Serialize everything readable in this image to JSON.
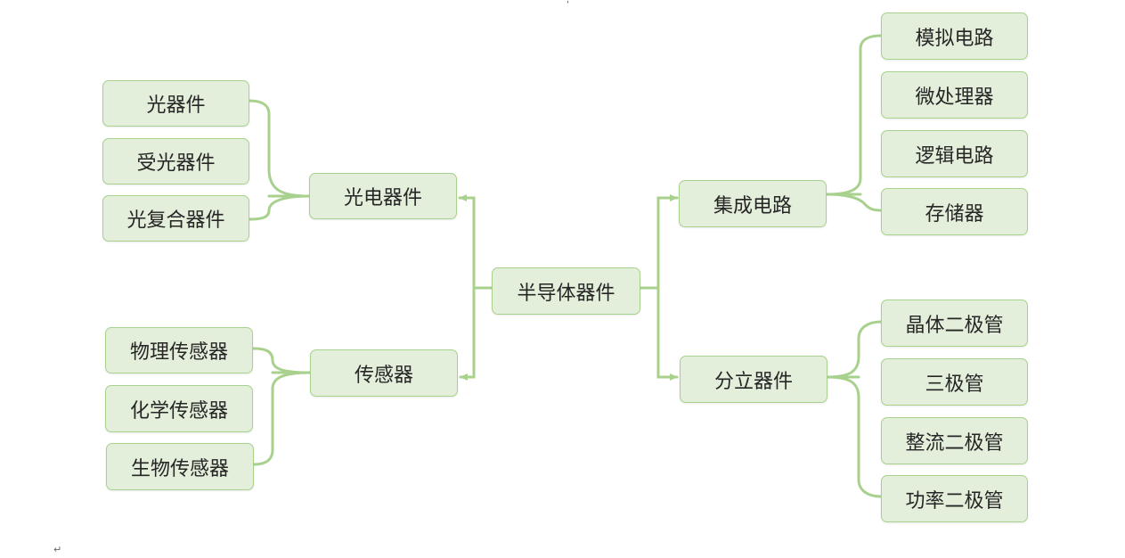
{
  "diagram": {
    "root": "半导体器件",
    "branches": {
      "optoelectronic": "光电器件",
      "sensor": "传感器",
      "ic": "集成电路",
      "discrete": "分立器件"
    },
    "leaves": {
      "optoelectronic": [
        "光器件",
        "受光器件",
        "光复合器件"
      ],
      "sensor": [
        "物理传感器",
        "化学传感器",
        "生物传感器"
      ],
      "ic": [
        "模拟电路",
        "微处理器",
        "逻辑电路",
        "存储器"
      ],
      "discrete": [
        "晶体二极管",
        "三极管",
        "整流二极管",
        "功率二极管"
      ]
    },
    "colors": {
      "line": "#a9d18e",
      "node_fill": "#e4efdb",
      "node_border": "#a9d18e",
      "text": "#262626"
    }
  },
  "editor": {
    "paragraph_mark": "↵",
    "top_caret": "ˌ"
  }
}
